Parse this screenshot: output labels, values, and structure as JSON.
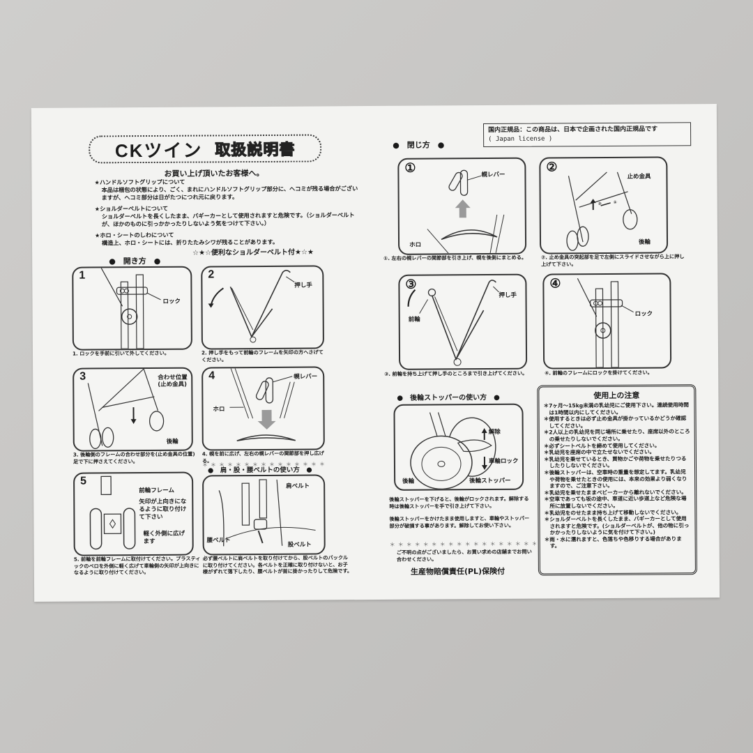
{
  "document": {
    "title": "CKツイン",
    "subtitle": "取扱説明書",
    "greeting": "お買い上げ頂いたお客様へ。",
    "notes": [
      {
        "heading": "★ハンドルソフトグリップについて",
        "body": "本品は梱包の状態により、ごく、まれにハンドルソフトグリップ部分に、ヘコミが残る場合がございますが、ヘコミ部分は日がたつにつれ元に戻ります。"
      },
      {
        "heading": "★ショルダーベルトについて",
        "body": "ショルダーベルトを長くしたまま、バギーカーとして使用されますと危険です。（ショルダーベルトが、ほかのものに引っかかったりしないよう気をつけて下さい。）"
      },
      {
        "heading": "★ホロ・シートのしわについて",
        "body": "構造上、ホロ・シートには、折りたたみシワが残ることがあります。"
      }
    ],
    "feature_banner": "☆★☆便利なショルダーベルト付★☆★"
  },
  "opening": {
    "heading": "●　開き方　●",
    "steps": [
      {
        "num": "1",
        "labels": [
          "ロック"
        ],
        "caption": "1. ロックを手前に引いて外してください。"
      },
      {
        "num": "2",
        "labels": [
          "押し手"
        ],
        "caption": "2. 押し手をもって前輪のフレームを矢印の方へさげてください。"
      },
      {
        "num": "3",
        "labels": [
          "合わせ位置",
          "(止め金具)",
          "後輪"
        ],
        "caption": "3. 後輪側のフレームの合わせ部分を(止め金具の位置)足で下に押さえてください。"
      },
      {
        "num": "4",
        "labels": [
          "幌レバー",
          "ホロ"
        ],
        "caption": "4. 幌を前に広げ、左右の幌レバーの関節部を押し広げる。"
      },
      {
        "num": "5",
        "labels": [
          "前輪フレーム",
          "矢印が上向きになるように取り付けて下さい",
          "軽く外側に広げます"
        ],
        "caption": "5. 前輪を前輪フレームに取付けてください。プラスティックのベロを外側に軽く広げて車輪側の矢印が上向きになるように取り付けてください。"
      }
    ]
  },
  "belt_usage": {
    "heading": "●　肩・股・腰ベルトの使い方　●",
    "labels": [
      "肩ベルト",
      "腰ベルト",
      "股ベルト"
    ],
    "caption": "必ず腰ベルトに肩ベルトを取り付けてから、股ベルトのバックルに取り付けてください。各ベルトを正確に取り付けないと、お子様がずれて落下したり、腰ベルトが首に掛かったりして危険です。"
  },
  "license_box": {
    "line1": "国内正規品：この商品は、日本で企画された国内正規品です",
    "line2": "( Japan license )"
  },
  "closing": {
    "heading": "●　閉じ方　●",
    "steps": [
      {
        "num": "①",
        "labels": [
          "幌レバー",
          "ホロ"
        ],
        "caption": "①. 左右の幌レバーの関節部を引き上げ、幌を後側にまとめる。"
      },
      {
        "num": "②",
        "labels": [
          "止め金具",
          "後輪",
          "②",
          "①"
        ],
        "caption": "②. 止め金具の突起部を足で左側にスライドさせながら上に押し上げて下さい。"
      },
      {
        "num": "③",
        "labels": [
          "押し手",
          "前輪"
        ],
        "caption": "③. 前輪を持ち上げて押し手のところまで引き上げてください。"
      },
      {
        "num": "④",
        "labels": [
          "ロック"
        ],
        "caption": "④. 前輪のフレームにロックを掛けてください。"
      }
    ]
  },
  "stopper": {
    "heading": "●　後輪ストッパーの使い方　●",
    "labels": [
      "解除",
      "車輪ロック",
      "後輪",
      "後輪ストッパー"
    ],
    "text1": "後輪ストッパーを下げると、後輪がロックされます。解除する時は後輪ストッパーを手で引き上げて下さい。",
    "text2": "後輪ストッパーをかけたまま使用しますと、車輪やストッパー部分が破損する事があります。解除してお使い下さい。",
    "dots": "＊＊＊＊＊＊＊＊＊＊＊＊＊＊＊＊＊＊",
    "contact": "ご不明の点がございましたら、お買い求めの店舗までお問い合わせください。",
    "pl_insurance": "生産物賠償責任(PL)保険付"
  },
  "caution": {
    "title": "使用上の注意",
    "items": [
      "＊7ヶ月～15kg未満の乳幼児にご使用下さい。連続使用時間は1時間以内にしてください。",
      "＊使用するときは必ず止め金具が掛かっているかどうか確認してください。",
      "＊2人以上の乳幼児を同じ場所に乗せたり、座席以外のところの乗せたりしないでください。",
      "＊必ずシートベルトを締めて使用してください。",
      "＊乳幼児を座席の中で立たせないでください。",
      "＊乳幼児を乗せているとき、買物かごや荷物を乗せたりつるしたりしないでください。",
      "＊後輪ストッパーは、空車時の重量を想定してます。乳幼児や荷物を乗せたときの使用には、本来の効果より弱くなりますので、ご注意下さい。",
      "＊乳幼児を乗せたままベビーカーから離れないでください。",
      "＊空車であっても坂の途中、車道に近い歩道上など危険な場所に放置しないでください。",
      "＊乳幼児をのせたまま持ち上げて移動しないでください。",
      "＊ショルダーベルトを長くしたまま、バギーカーとして使用されますと危険です。(ショルダーベルトが、他の物に引っかかったりしないように気を付けて下さい。)",
      "＊雨・水に濡れますと、色落ちや色移りする場合があります。"
    ]
  },
  "colors": {
    "background": "#c9c8c6",
    "paper": "#f3f3f1",
    "ink": "#1a1a1a",
    "arrow_gray": "#9a9a9a"
  }
}
